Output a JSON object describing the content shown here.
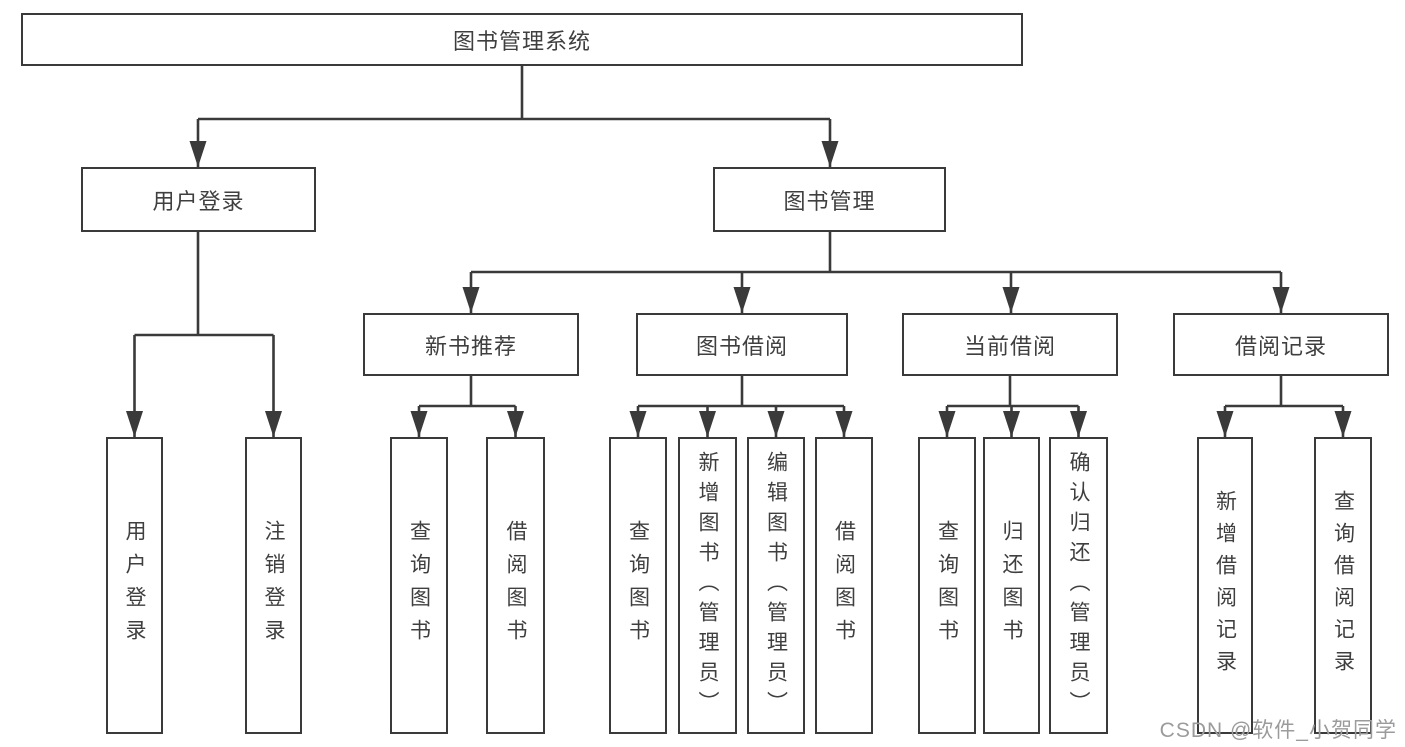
{
  "nodes": {
    "root": {
      "label": "图书管理系统"
    },
    "level2": [
      {
        "label": "用户登录"
      },
      {
        "label": "图书管理"
      }
    ],
    "level3": [
      {
        "label": "新书推荐",
        "parent": "图书管理"
      },
      {
        "label": "图书借阅",
        "parent": "图书管理"
      },
      {
        "label": "当前借阅",
        "parent": "图书管理"
      },
      {
        "label": "借阅记录",
        "parent": "图书管理"
      }
    ],
    "leaves": [
      {
        "label": "用户登录",
        "parent": "用户登录"
      },
      {
        "label": "注销登录",
        "parent": "用户登录"
      },
      {
        "label": "查询图书",
        "parent": "新书推荐"
      },
      {
        "label": "借阅图书",
        "parent": "新书推荐"
      },
      {
        "label": "查询图书",
        "parent": "图书借阅"
      },
      {
        "label": "新增图书（管理员）",
        "parent": "图书借阅"
      },
      {
        "label": "编辑图书（管理员）",
        "parent": "图书借阅"
      },
      {
        "label": "借阅图书",
        "parent": "图书借阅"
      },
      {
        "label": "查询图书",
        "parent": "当前借阅"
      },
      {
        "label": "归还图书",
        "parent": "当前借阅"
      },
      {
        "label": "确认归还（管理员）",
        "parent": "当前借阅"
      },
      {
        "label": "新增借阅记录",
        "parent": "借阅记录"
      },
      {
        "label": "查询借阅记录",
        "parent": "借阅记录"
      }
    ]
  },
  "watermark": {
    "text": "CSDN @软件_小贺同学"
  },
  "colors": {
    "line": "#3a3a3a",
    "text": "#3f3f3f",
    "watermark": "#9b9b9b",
    "background": "#ffffff"
  }
}
